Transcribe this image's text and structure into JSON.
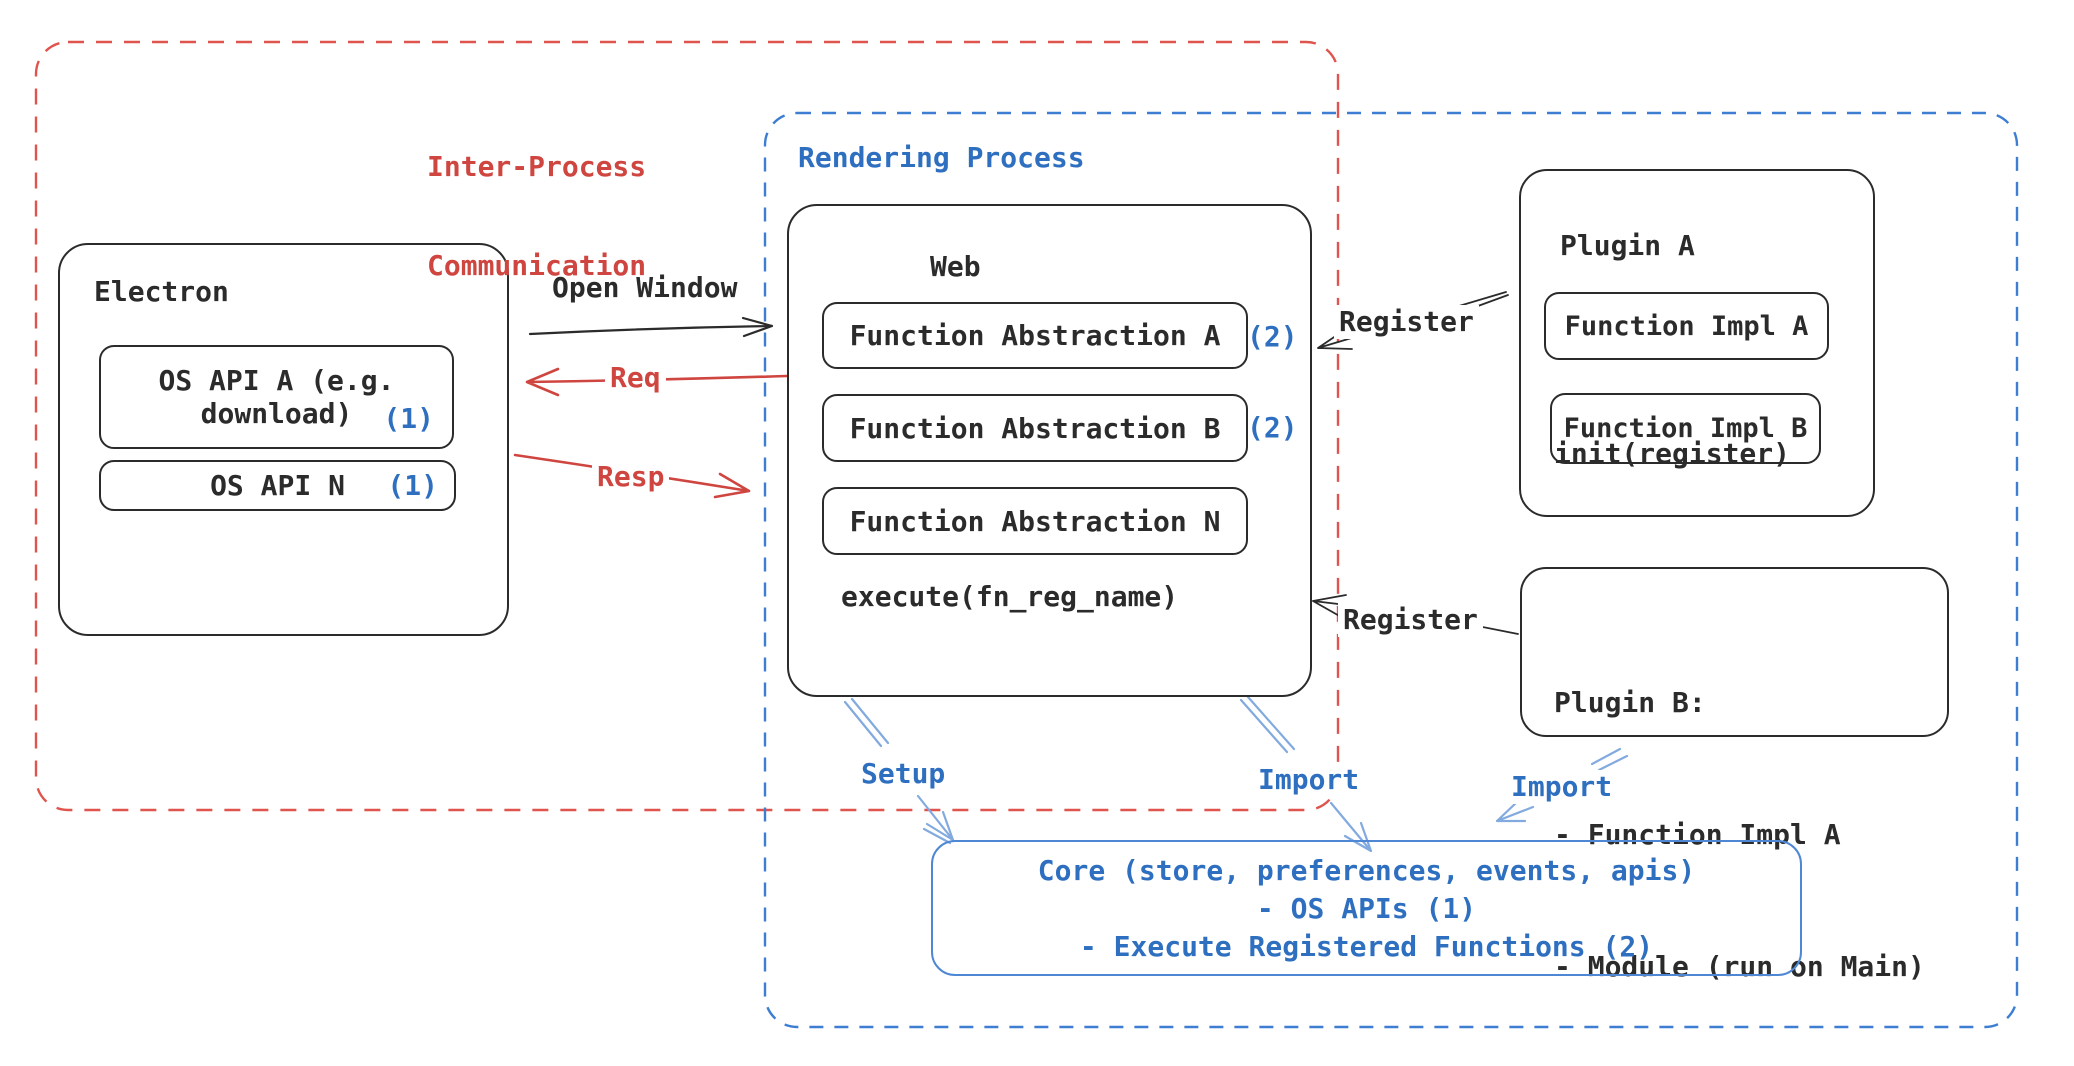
{
  "regions": {
    "ipc": {
      "label": [
        "Inter-Process",
        "Communication"
      ]
    },
    "rendering": {
      "label": "Rendering Process"
    }
  },
  "electron": {
    "title": "Electron",
    "api_a_line1": "OS API A (e.g.",
    "api_a_line2": "download)",
    "api_a_badge": "(1)",
    "api_n_label": "OS API N",
    "api_n_badge": "(1)"
  },
  "web": {
    "title": "Web",
    "rows": [
      {
        "label": "Function Abstraction A",
        "badge": "(2)"
      },
      {
        "label": "Function Abstraction B",
        "badge": "(2)"
      },
      {
        "label": "Function Abstraction N",
        "badge": ""
      }
    ],
    "footer": "execute(fn_reg_name)"
  },
  "plugin_a": {
    "title": "Plugin A",
    "impl_a": "Function Impl A",
    "impl_b": "Function Impl B",
    "footer": "init(register)"
  },
  "plugin_b": {
    "lines": [
      "Plugin B:",
      "- Function Impl A",
      "- Module (run on Main)"
    ]
  },
  "core": {
    "lines": [
      "Core (store, preferences, events, apis)",
      "- OS APIs (1)",
      "- Execute Registered Functions (2)"
    ]
  },
  "labels": {
    "open_window": "Open Window",
    "req": "Req",
    "resp": "Resp",
    "register_top": "Register",
    "register_bottom": "Register",
    "setup": "Setup",
    "import_mid": "Import",
    "import_right": "Import"
  },
  "colors": {
    "ink": "#2b2b2b",
    "red": "#cf4540",
    "red_dash": "#e0544e",
    "blue": "#2e6fc0",
    "blue_dash": "#3d7ed2",
    "soft_blue": "#82aadf",
    "core_border": "#4e88d4"
  }
}
